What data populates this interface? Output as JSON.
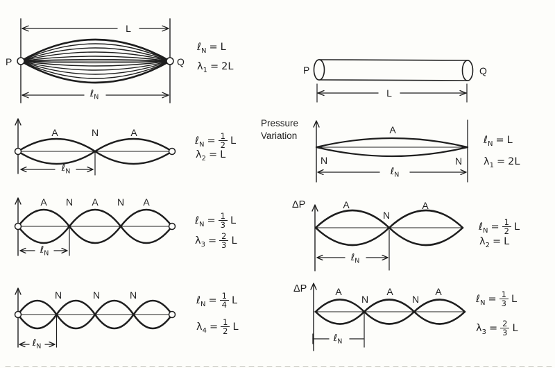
{
  "colors": {
    "ink": "#1e1e1e",
    "paper": "#fdfdfa"
  },
  "left": {
    "mode1": {
      "p": "P",
      "q": "Q",
      "len": "L",
      "dim": {
        "sym": "ℓ",
        "sub": "N"
      },
      "f1": {
        "sym": "ℓ",
        "sub": "N",
        "eq": "=",
        "post": "L"
      },
      "f2": {
        "sym": "λ",
        "sub": "1",
        "eq": "=",
        "post": "2L"
      }
    },
    "mode2": {
      "labels": [
        "A",
        "N",
        "A"
      ],
      "dim": {
        "sym": "ℓ",
        "sub": "N"
      },
      "f1": {
        "sym": "ℓ",
        "sub": "N",
        "eq": "=",
        "num": "1",
        "den": "2",
        "post": "L"
      },
      "f2": {
        "sym": "λ",
        "sub": "2",
        "eq": "=",
        "post": "L"
      }
    },
    "mode3": {
      "labels": [
        "A",
        "N",
        "A",
        "N",
        "A"
      ],
      "dim": {
        "sym": "ℓ",
        "sub": "N"
      },
      "f1": {
        "sym": "ℓ",
        "sub": "N",
        "eq": "=",
        "num": "1",
        "den": "3",
        "post": "L"
      },
      "f2": {
        "sym": "λ",
        "sub": "3",
        "eq": "=",
        "num": "2",
        "den": "3",
        "post": "L"
      }
    },
    "mode4": {
      "labels": [
        "N",
        "N",
        "N"
      ],
      "dim": {
        "sym": "ℓ",
        "sub": "N"
      },
      "f1": {
        "sym": "ℓ",
        "sub": "N",
        "eq": "=",
        "num": "1",
        "den": "4",
        "post": "L"
      },
      "f2": {
        "sym": "λ",
        "sub": "4",
        "eq": "=",
        "num": "1",
        "den": "2",
        "post": "L"
      }
    }
  },
  "right": {
    "tube": {
      "p": "P",
      "q": "Q",
      "len": "L"
    },
    "section_label": "Pressure Variation",
    "mode1": {
      "top_label": "A",
      "node_labels": [
        "N",
        "N"
      ],
      "dim": {
        "sym": "ℓ",
        "sub": "N"
      },
      "f1": {
        "sym": "ℓ",
        "sub": "N",
        "eq": "=",
        "post": "L"
      },
      "f2": {
        "sym": "λ",
        "sub": "1",
        "eq": "=",
        "post": "2L"
      }
    },
    "mode2": {
      "axis_label": "ΔP",
      "labels": [
        "A",
        "N",
        "A"
      ],
      "dim": {
        "sym": "ℓ",
        "sub": "N"
      },
      "f1": {
        "sym": "ℓ",
        "sub": "N",
        "eq": "=",
        "num": "1",
        "den": "2",
        "post": "L"
      },
      "f2": {
        "sym": "λ",
        "sub": "2",
        "eq": "=",
        "post": "L"
      }
    },
    "mode3": {
      "axis_label": "ΔP",
      "labels": [
        "A",
        "N",
        "A",
        "N",
        "A"
      ],
      "dim": {
        "sym": "ℓ",
        "sub": "N"
      },
      "f1": {
        "sym": "ℓ",
        "sub": "N",
        "eq": "=",
        "num": "1",
        "den": "3",
        "post": "L"
      },
      "f2": {
        "sym": "λ",
        "sub": "3",
        "eq": "=",
        "num": "2",
        "den": "3",
        "post": "L"
      }
    }
  }
}
